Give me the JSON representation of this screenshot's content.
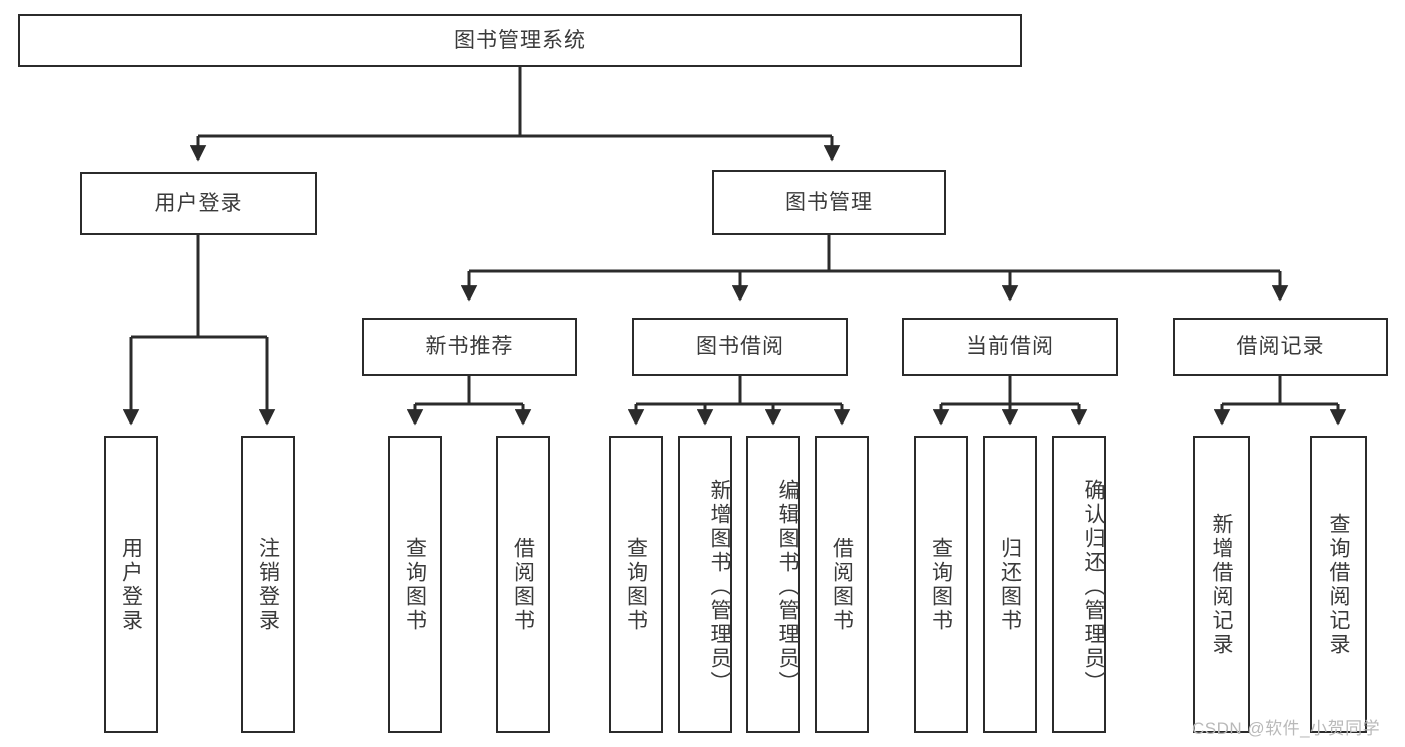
{
  "diagram": {
    "type": "tree-hierarchy",
    "title": "图书管理系统",
    "background_color": "#ffffff",
    "line_color": "#2b2b2b",
    "text_color": "#3a3a3a",
    "root": {
      "id": "root",
      "label": "图书管理系统",
      "orientation": "horizontal"
    },
    "level2": [
      {
        "id": "user-login",
        "label": "用户登录",
        "orientation": "horizontal"
      },
      {
        "id": "book-manage",
        "label": "图书管理",
        "orientation": "horizontal"
      }
    ],
    "level3": [
      {
        "id": "new-book-recommend",
        "label": "新书推荐",
        "orientation": "horizontal",
        "parent": "book-manage"
      },
      {
        "id": "book-borrow",
        "label": "图书借阅",
        "orientation": "horizontal",
        "parent": "book-manage"
      },
      {
        "id": "current-borrow",
        "label": "当前借阅",
        "orientation": "horizontal",
        "parent": "book-manage"
      },
      {
        "id": "borrow-record",
        "label": "借阅记录",
        "orientation": "horizontal",
        "parent": "book-manage"
      }
    ],
    "leaves": [
      {
        "id": "leaf-user-login",
        "label": "用户登录",
        "parent": "user-login",
        "orientation": "vertical"
      },
      {
        "id": "leaf-user-logout",
        "label": "注销登录",
        "parent": "user-login",
        "orientation": "vertical"
      },
      {
        "id": "leaf-query-book-1",
        "label": "查询图书",
        "parent": "new-book-recommend",
        "orientation": "vertical"
      },
      {
        "id": "leaf-borrow-book-1",
        "label": "借阅图书",
        "parent": "new-book-recommend",
        "orientation": "vertical"
      },
      {
        "id": "leaf-query-book-2",
        "label": "查询图书",
        "parent": "book-borrow",
        "orientation": "vertical"
      },
      {
        "id": "leaf-add-book",
        "label": "新增图书（管理员）",
        "parent": "book-borrow",
        "orientation": "vertical"
      },
      {
        "id": "leaf-edit-book",
        "label": "编辑图书（管理员）",
        "parent": "book-borrow",
        "orientation": "vertical"
      },
      {
        "id": "leaf-borrow-book-2",
        "label": "借阅图书",
        "parent": "book-borrow",
        "orientation": "vertical"
      },
      {
        "id": "leaf-query-book-3",
        "label": "查询图书",
        "parent": "current-borrow",
        "orientation": "vertical"
      },
      {
        "id": "leaf-return-book",
        "label": "归还图书",
        "parent": "current-borrow",
        "orientation": "vertical"
      },
      {
        "id": "leaf-confirm-return",
        "label": "确认归还（管理员）",
        "parent": "current-borrow",
        "orientation": "vertical"
      },
      {
        "id": "leaf-add-record",
        "label": "新增借阅记录",
        "parent": "borrow-record",
        "orientation": "vertical"
      },
      {
        "id": "leaf-query-record",
        "label": "查询借阅记录",
        "parent": "borrow-record",
        "orientation": "vertical"
      }
    ]
  },
  "watermark": {
    "text": "CSDN @软件_小贺同学"
  }
}
